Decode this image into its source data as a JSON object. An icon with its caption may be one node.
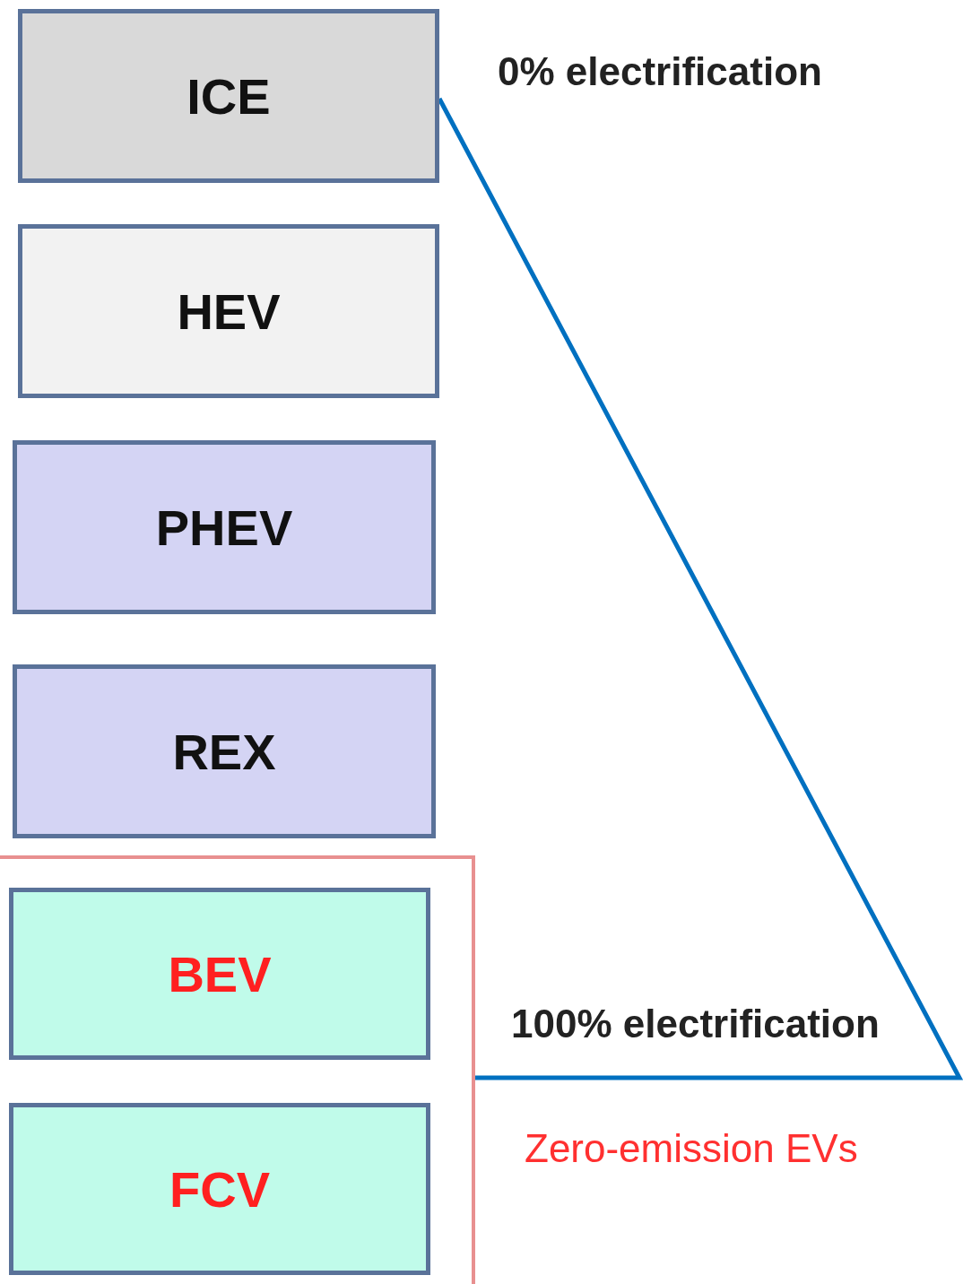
{
  "diagram": {
    "nodes": [
      {
        "text": [
          "ICE"
        ]
      },
      {
        "text": [
          "HEV"
        ]
      },
      {
        "text": [
          "PHEV"
        ]
      },
      {
        "text": [
          "REX"
        ]
      },
      {
        "text": [
          "BEV"
        ]
      },
      {
        "text": [
          "FCV"
        ]
      }
    ],
    "edges": [],
    "labels": [
      "0% electrification",
      "100% electrification",
      "Zero-emission EVs"
    ]
  }
}
